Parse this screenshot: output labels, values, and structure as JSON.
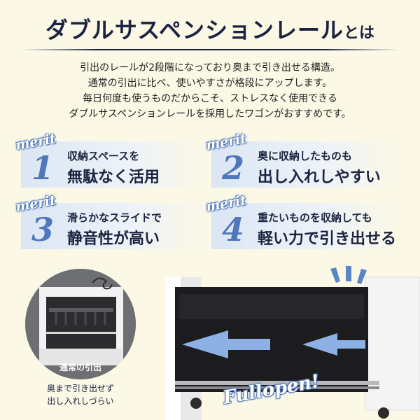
{
  "header": {
    "title_main": "ダブルサスペンションレール",
    "title_suffix": "とは"
  },
  "intro": {
    "lines": [
      "引出のレールが2段階になっており奥まで引き出せる構造。",
      "通常の引出に比べ、使いやすさが格段にアップします。",
      "毎日何度も使うものだからこそ、ストレスなく使用できる",
      "ダブルサスペンションレールを採用したワゴンがおすすめです。"
    ]
  },
  "merits": [
    {
      "badge": "merit",
      "number": "1",
      "line1": "収納スペースを",
      "line2": "無駄なく活用"
    },
    {
      "badge": "merit",
      "number": "2",
      "line1": "奥に収納したものも",
      "line2": "出し入れしやすい"
    },
    {
      "badge": "merit",
      "number": "3",
      "line1": "滑らかなスライドで",
      "line2": "静音性が高い"
    },
    {
      "badge": "merit",
      "number": "4",
      "line1": "重たいものを収納しても",
      "line2": "軽い力で引き出せる"
    }
  ],
  "comparison": {
    "label": "通常の引出",
    "caption_lines": [
      "奥まで引き出せず",
      "出し入れしづらい"
    ]
  },
  "photo": {
    "overlay_text": "Fullopen!"
  },
  "colors": {
    "background": "#fbf8e6",
    "navy": "#1b2340",
    "accent_blue": "#4f77b9"
  }
}
